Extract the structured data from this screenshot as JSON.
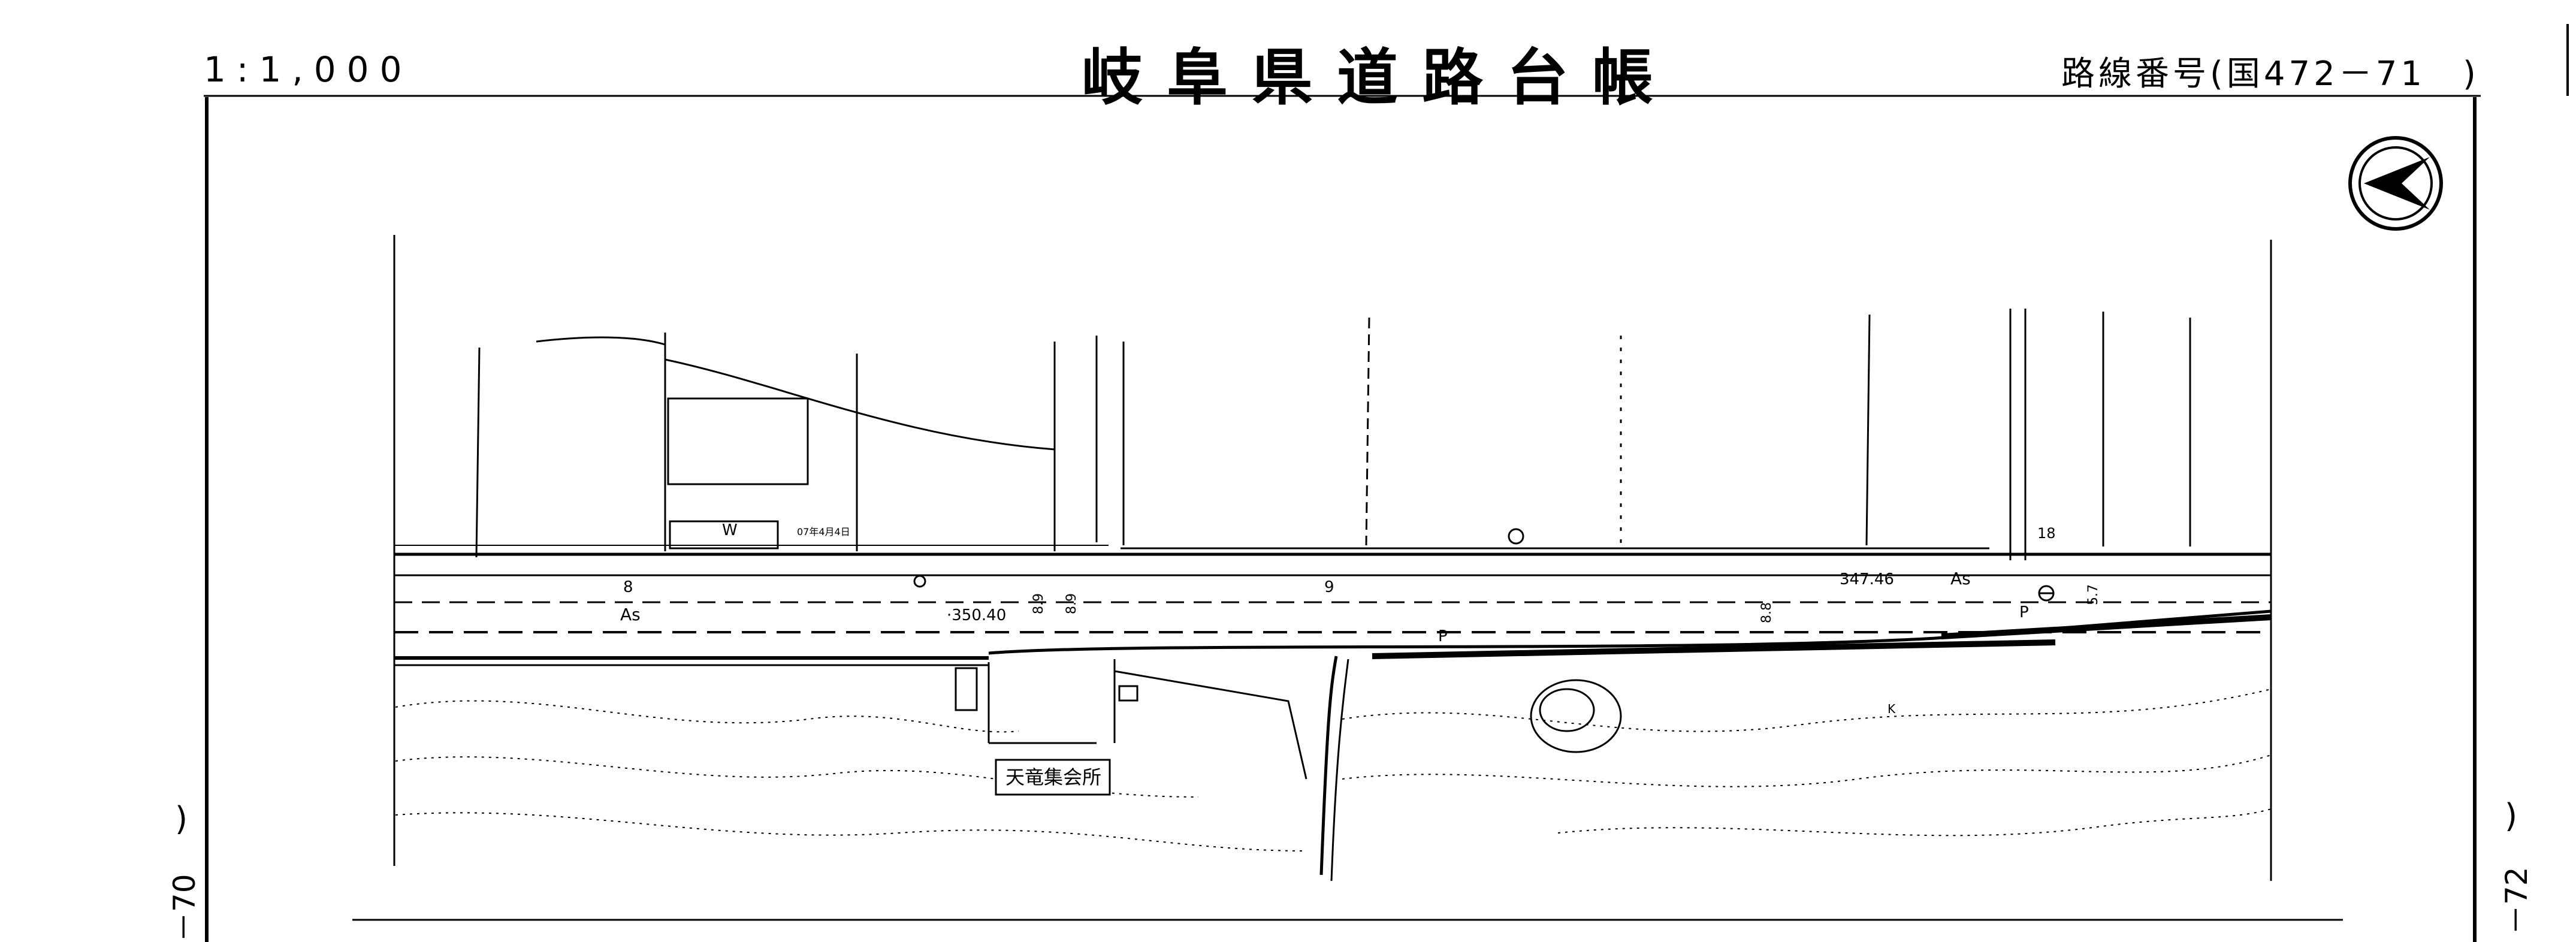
{
  "header": {
    "scale": "1:1,000",
    "title": "岐阜県道路台帳",
    "route_label": "路線番号(国472－71　)"
  },
  "sheet_refs": {
    "prev": "－70",
    "next": "－72",
    "paren": ")"
  },
  "map": {
    "north_arrow": "north-arrow-icon",
    "labels": {
      "building_w": "W",
      "small_code": "07年4月4日",
      "dist_8": "8",
      "dist_9": "9",
      "pave_left": "As",
      "pave_right": "As",
      "elev_left": "·350.40",
      "elev_right": "347.46",
      "w89a": "8.9",
      "w89b": "8.9",
      "w88": "8.8",
      "w57": "5.7",
      "p_left": "P",
      "p_right": "P",
      "k_mark": "K",
      "n18": "18",
      "facility": "天竜集会所"
    }
  }
}
